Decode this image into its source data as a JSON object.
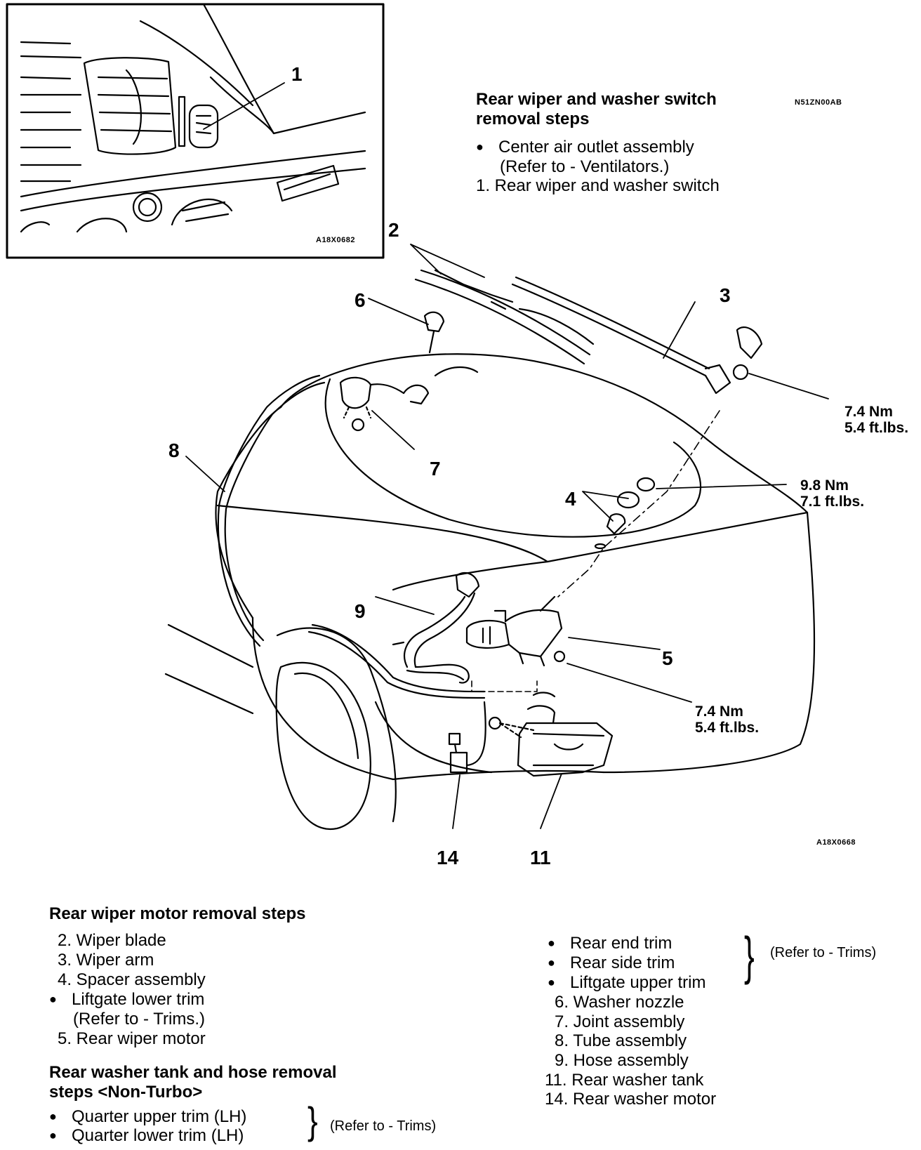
{
  "inset": {
    "callout": "1",
    "figure_code": "A18X0682"
  },
  "switch_section": {
    "title_line1": "Rear wiper and washer switch",
    "title_line2": "removal steps",
    "doc_code": "N51ZN00AB",
    "bullet_line1": "Center air outlet assembly",
    "bullet_line2": "(Refer to - Ventilators.)",
    "step1": "1. Rear wiper and washer switch"
  },
  "main_figure": {
    "figure_code": "A18X0668",
    "callouts": {
      "c2": "2",
      "c3": "3",
      "c4": "4",
      "c5": "5",
      "c6": "6",
      "c7": "7",
      "c8": "8",
      "c9": "9",
      "c11": "11",
      "c14": "14"
    },
    "torque_top_nm": "7.4 Nm",
    "torque_top_ft": "5.4 ft.lbs.",
    "torque_mid_nm": "9.8 Nm",
    "torque_mid_ft": "7.1 ft.lbs.",
    "torque_low_nm": "7.4 Nm",
    "torque_low_ft": "5.4 ft.lbs."
  },
  "motor_section": {
    "title": "Rear wiper motor removal steps",
    "step2": "2. Wiper blade",
    "step3": "3. Wiper arm",
    "step4": "4. Spacer assembly",
    "bullet_liftgate_line1": "Liftgate lower trim",
    "bullet_liftgate_line2": "(Refer to - Trims.)",
    "step5": "5. Rear wiper motor"
  },
  "tank_section": {
    "title_line1": "Rear washer tank and hose removal",
    "title_line2": "steps <Non-Turbo>",
    "bullet_quarter_upper": "Quarter upper trim (LH)",
    "bullet_quarter_lower": "Quarter lower trim (LH)",
    "refer_trims": "(Refer to - Trims)"
  },
  "right_list": {
    "bullet_rear_end": "Rear end trim",
    "bullet_rear_side": "Rear side trim",
    "bullet_liftgate_upper": "Liftgate upper trim",
    "refer_trims": "(Refer to - Trims)",
    "step6": "6. Washer nozzle",
    "step7": "7. Joint assembly",
    "step8": "8. Tube assembly",
    "step9": "9. Hose assembly",
    "step11": "11. Rear washer tank",
    "step14": "14. Rear washer motor"
  }
}
